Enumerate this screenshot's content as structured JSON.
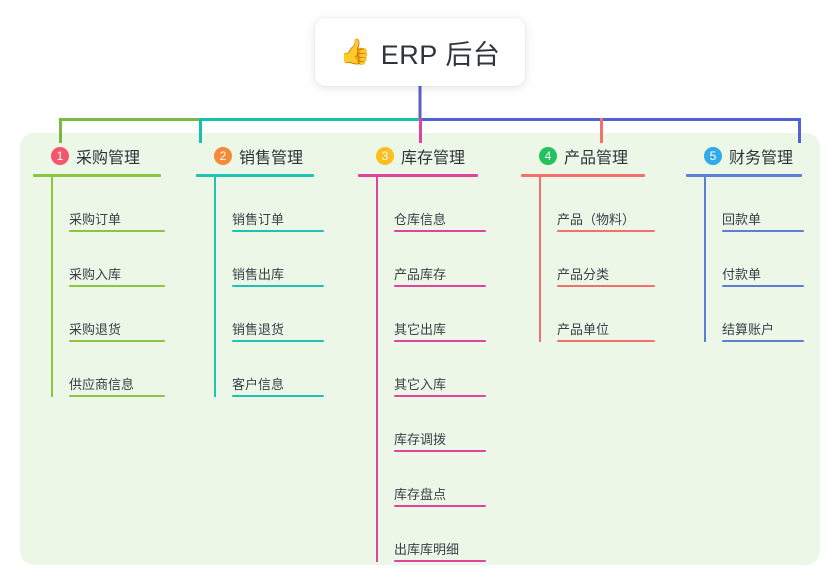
{
  "root": {
    "icon": "thumbs-up-icon",
    "emoji": "👍",
    "title": "ERP 后台"
  },
  "canvas": {
    "panel_color": "#edf7e8",
    "background": "#ffffff"
  },
  "connector_colors": {
    "trunk": "#5b5fc7",
    "bar_green": "#7cb943",
    "bar_teal": "#16c0b0",
    "bar_blue": "#4f63d0",
    "drop_1": "#7cb943",
    "drop_2": "#16c0b0",
    "drop_3": "#e0449b",
    "drop_4": "#f3706b",
    "drop_5": "#4f63d0"
  },
  "columns": [
    {
      "number": "1",
      "title": "采购管理",
      "badge_color": "#f4566b",
      "line_color": "#8cc63f",
      "items": [
        {
          "label": "采购订单"
        },
        {
          "label": "采购入库"
        },
        {
          "label": "采购退货"
        },
        {
          "label": "供应商信息"
        }
      ]
    },
    {
      "number": "2",
      "title": "销售管理",
      "badge_color": "#f58a38",
      "line_color": "#1fc3b4",
      "items": [
        {
          "label": "销售订单"
        },
        {
          "label": "销售出库"
        },
        {
          "label": "销售退货"
        },
        {
          "label": "客户信息"
        }
      ]
    },
    {
      "number": "3",
      "title": "库存管理",
      "badge_color": "#fbbf20",
      "line_color": "#e0449b",
      "items": [
        {
          "label": "仓库信息"
        },
        {
          "label": "产品库存"
        },
        {
          "label": "其它出库"
        },
        {
          "label": "其它入库"
        },
        {
          "label": "库存调拨"
        },
        {
          "label": "库存盘点"
        },
        {
          "label": "出库库明细"
        }
      ]
    },
    {
      "number": "4",
      "title": "产品管理",
      "badge_color": "#24c25c",
      "line_color": "#f4706b",
      "items": [
        {
          "label": "产品（物料）"
        },
        {
          "label": "产品分类"
        },
        {
          "label": "产品单位"
        }
      ]
    },
    {
      "number": "5",
      "title": "财务管理",
      "badge_color": "#2eabe8",
      "line_color": "#5b7fd4",
      "items": [
        {
          "label": "回款单"
        },
        {
          "label": "付款单"
        },
        {
          "label": "结算账户"
        }
      ]
    }
  ]
}
